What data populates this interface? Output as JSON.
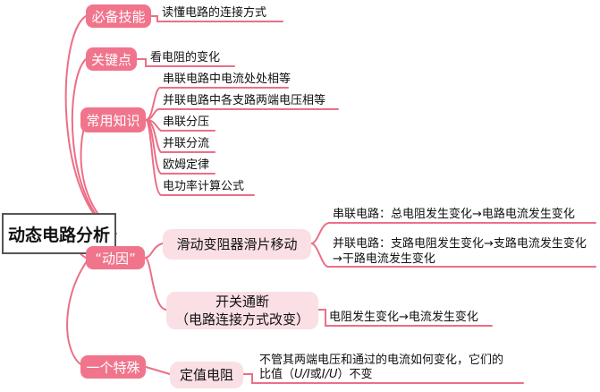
{
  "root": "动态电路分析",
  "branches": {
    "required_skill": {
      "label": "必备技能",
      "leaf": "读懂电路的连接方式"
    },
    "key_point": {
      "label": "关键点",
      "leaf": "看电阻的变化"
    },
    "common_knowledge": {
      "label": "常用知识",
      "leaves": [
        "串联电路中电流处处相等",
        "并联电路中各支路两端电压相等",
        "串联分压",
        "并联分流",
        "欧姆定律",
        "电功率计算公式"
      ]
    },
    "cause": {
      "label": "“动因”",
      "slider": {
        "label": "滑动变阻器滑片移动",
        "series_leaf": "串联电路：总电阻发生变化→电路电流发生变化",
        "parallel_leaf_line1": "并联电路：支路电阻发生变化→支路电流发生变化",
        "parallel_leaf_line2": "→干路电流发生变化"
      },
      "switch": {
        "label_line1": "开关通断",
        "label_line2": "（电路连接方式改变）",
        "leaf": "电阻发生变化→电流发生变化"
      }
    },
    "special": {
      "label": "一个特殊",
      "fixed_resistor": {
        "label": "定值电阻",
        "leaf_line1": "不管其两端电压和通过的电流如何变化，它们的",
        "leaf_line2_a": "比值（",
        "leaf_line2_b": "U/I",
        "leaf_line2_c": "或",
        "leaf_line2_d": "I/U",
        "leaf_line2_e": "）不变"
      }
    }
  },
  "colors": {
    "pill": "#f0758c",
    "box": "#fadfe5",
    "line": "#ec6f86"
  }
}
